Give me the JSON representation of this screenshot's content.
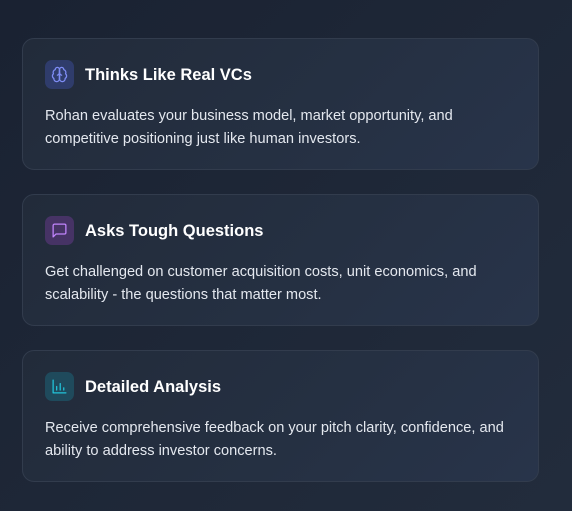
{
  "colors": {
    "page_background": "#1e2737",
    "card_background": "#253042",
    "card_border": "#323c4d",
    "title_text": "#ffffff",
    "body_text": "#e4e8ef",
    "icon_blue": "#7e8cf4",
    "icon_purple": "#c084fc",
    "icon_cyan": "#22c3d9"
  },
  "features": [
    {
      "icon": "brain-icon",
      "title": "Thinks Like Real VCs",
      "description": "Rohan evaluates your business model, market opportunity, and competitive positioning just like human investors."
    },
    {
      "icon": "message-square-icon",
      "title": "Asks Tough Questions",
      "description": "Get challenged on customer acquisition costs, unit economics, and scalability - the questions that matter most."
    },
    {
      "icon": "bar-chart-icon",
      "title": "Detailed Analysis",
      "description": "Receive comprehensive feedback on your pitch clarity, confidence, and ability to address investor concerns."
    }
  ]
}
